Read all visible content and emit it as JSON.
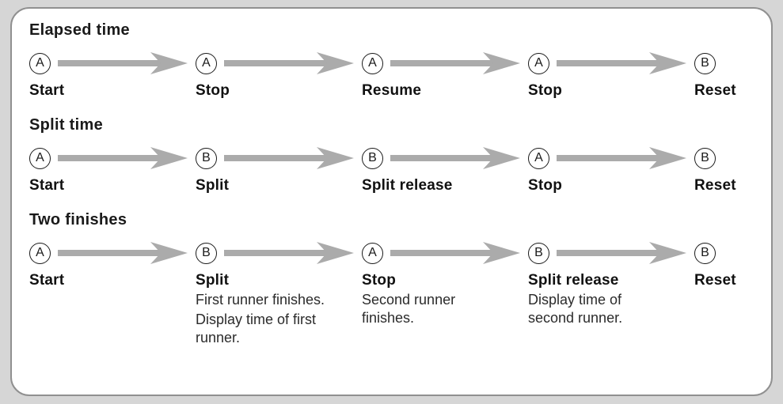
{
  "colors": {
    "page_background": "#d6d6d6",
    "panel_background": "#ffffff",
    "panel_border": "#909090",
    "arrow": "#ababab",
    "text": "#1a1a1a"
  },
  "sections": [
    {
      "title": "Elapsed time",
      "steps": [
        {
          "button": "A",
          "label": "Start",
          "desc": []
        },
        {
          "button": "A",
          "label": "Stop",
          "desc": []
        },
        {
          "button": "A",
          "label": "Resume",
          "desc": []
        },
        {
          "button": "A",
          "label": "Stop",
          "desc": []
        },
        {
          "button": "B",
          "label": "Reset",
          "desc": []
        }
      ]
    },
    {
      "title": "Split time",
      "steps": [
        {
          "button": "A",
          "label": "Start",
          "desc": []
        },
        {
          "button": "B",
          "label": "Split",
          "desc": []
        },
        {
          "button": "B",
          "label": "Split release",
          "desc": []
        },
        {
          "button": "A",
          "label": "Stop",
          "desc": []
        },
        {
          "button": "B",
          "label": "Reset",
          "desc": []
        }
      ]
    },
    {
      "title": "Two finishes",
      "steps": [
        {
          "button": "A",
          "label": "Start",
          "desc": []
        },
        {
          "button": "B",
          "label": "Split",
          "desc": [
            "First runner finishes.",
            "Display time of first runner."
          ]
        },
        {
          "button": "A",
          "label": "Stop",
          "desc": [
            "Second runner finishes."
          ]
        },
        {
          "button": "B",
          "label": "Split release",
          "desc": [
            "Display time of second runner."
          ]
        },
        {
          "button": "B",
          "label": "Reset",
          "desc": []
        }
      ]
    }
  ]
}
